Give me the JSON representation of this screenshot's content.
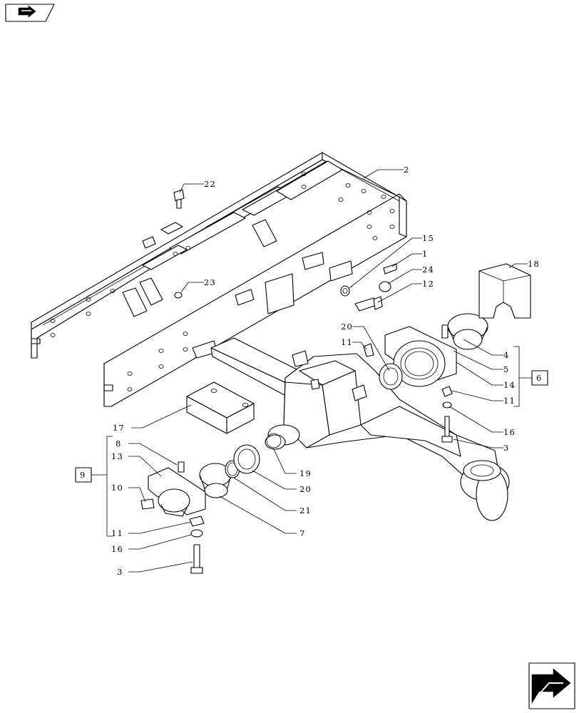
{
  "callouts": {
    "c1": "1",
    "c2": "2",
    "c3a": "3",
    "c3b": "3",
    "c4": "4",
    "c5": "5",
    "c6": "6",
    "c7": "7",
    "c8": "8",
    "c9": "9",
    "c10": "10",
    "c11a": "11",
    "c11b": "11",
    "c11c": "11",
    "c12": "12",
    "c13": "13",
    "c14": "14",
    "c15": "15",
    "c16a": "16",
    "c16b": "16",
    "c17": "17",
    "c18": "18",
    "c19": "19",
    "c20a": "20",
    "c20b": "20",
    "c21": "21",
    "c22": "22",
    "c23": "23",
    "c24": "24"
  },
  "icons": {
    "top_left": "back-arrow-icon",
    "bottom_right": "next-page-arrow-icon"
  }
}
